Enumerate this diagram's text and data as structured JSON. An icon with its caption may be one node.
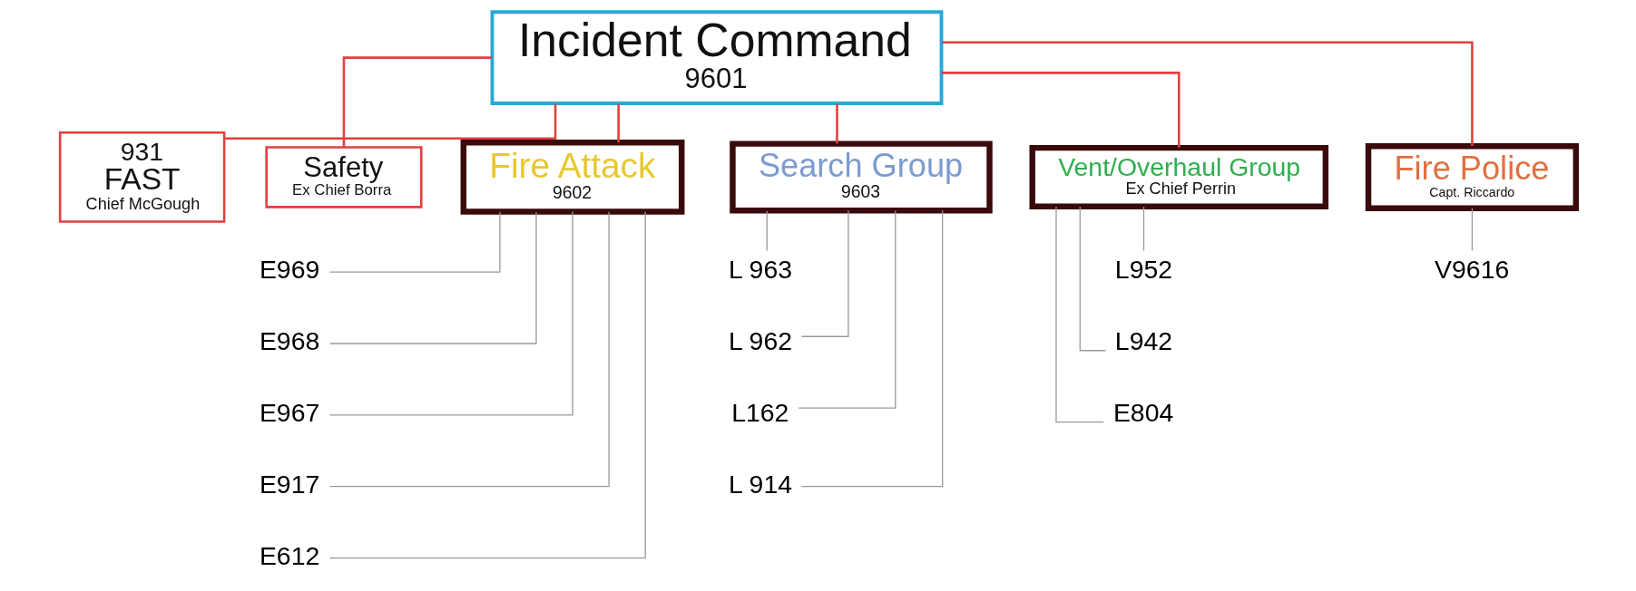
{
  "diagram": {
    "nodes": [
      {
        "text": [
          "Incident Command",
          "9601"
        ]
      },
      {
        "text": [
          "931",
          "FAST",
          "Chief McGough"
        ]
      },
      {
        "text": [
          "Safety",
          "Ex Chief Borra"
        ]
      },
      {
        "text": [
          "Fire Attack",
          "9602"
        ]
      },
      {
        "text": [
          "Search Group",
          "9603"
        ]
      },
      {
        "text": [
          "Vent/Overhaul Group",
          "Ex Chief Perrin"
        ]
      },
      {
        "text": [
          "Fire Police",
          "Capt. Riccardo"
        ]
      },
      {
        "text": [
          "E969"
        ]
      },
      {
        "text": [
          "E968"
        ]
      },
      {
        "text": [
          "E967"
        ]
      },
      {
        "text": [
          "E917"
        ]
      },
      {
        "text": [
          "E612"
        ]
      },
      {
        "text": [
          "L 963"
        ]
      },
      {
        "text": [
          "L 962"
        ]
      },
      {
        "text": [
          "L162"
        ]
      },
      {
        "text": [
          "L 914"
        ]
      },
      {
        "text": [
          "L952"
        ]
      },
      {
        "text": [
          "L942"
        ]
      },
      {
        "text": [
          "E804"
        ]
      },
      {
        "text": [
          "V9616"
        ]
      }
    ],
    "edges": [
      {
        "from": 0,
        "to": 1,
        "arrow": "none",
        "color": "#e0403f"
      },
      {
        "from": 0,
        "to": 2,
        "arrow": "none",
        "color": "#e0403f"
      },
      {
        "from": 0,
        "to": 3,
        "arrow": "none",
        "color": "#e0403f"
      },
      {
        "from": 0,
        "to": 4,
        "arrow": "none",
        "color": "#e0403f"
      },
      {
        "from": 0,
        "to": 5,
        "arrow": "none",
        "color": "#e0403f"
      },
      {
        "from": 0,
        "to": 6,
        "arrow": "none",
        "color": "#e0403f"
      },
      {
        "from": 3,
        "to": 7,
        "arrow": "none"
      },
      {
        "from": 3,
        "to": 8,
        "arrow": "none"
      },
      {
        "from": 3,
        "to": 9,
        "arrow": "none"
      },
      {
        "from": 3,
        "to": 10,
        "arrow": "none"
      },
      {
        "from": 3,
        "to": 11,
        "arrow": "none"
      },
      {
        "from": 4,
        "to": 12,
        "arrow": "none"
      },
      {
        "from": 4,
        "to": 13,
        "arrow": "none"
      },
      {
        "from": 4,
        "to": 14,
        "arrow": "none"
      },
      {
        "from": 4,
        "to": 15,
        "arrow": "none"
      },
      {
        "from": 5,
        "to": 16,
        "arrow": "none"
      },
      {
        "from": 5,
        "to": 17,
        "arrow": "none"
      },
      {
        "from": 5,
        "to": 18,
        "arrow": "none"
      },
      {
        "from": 6,
        "to": 19,
        "arrow": "none"
      }
    ]
  }
}
